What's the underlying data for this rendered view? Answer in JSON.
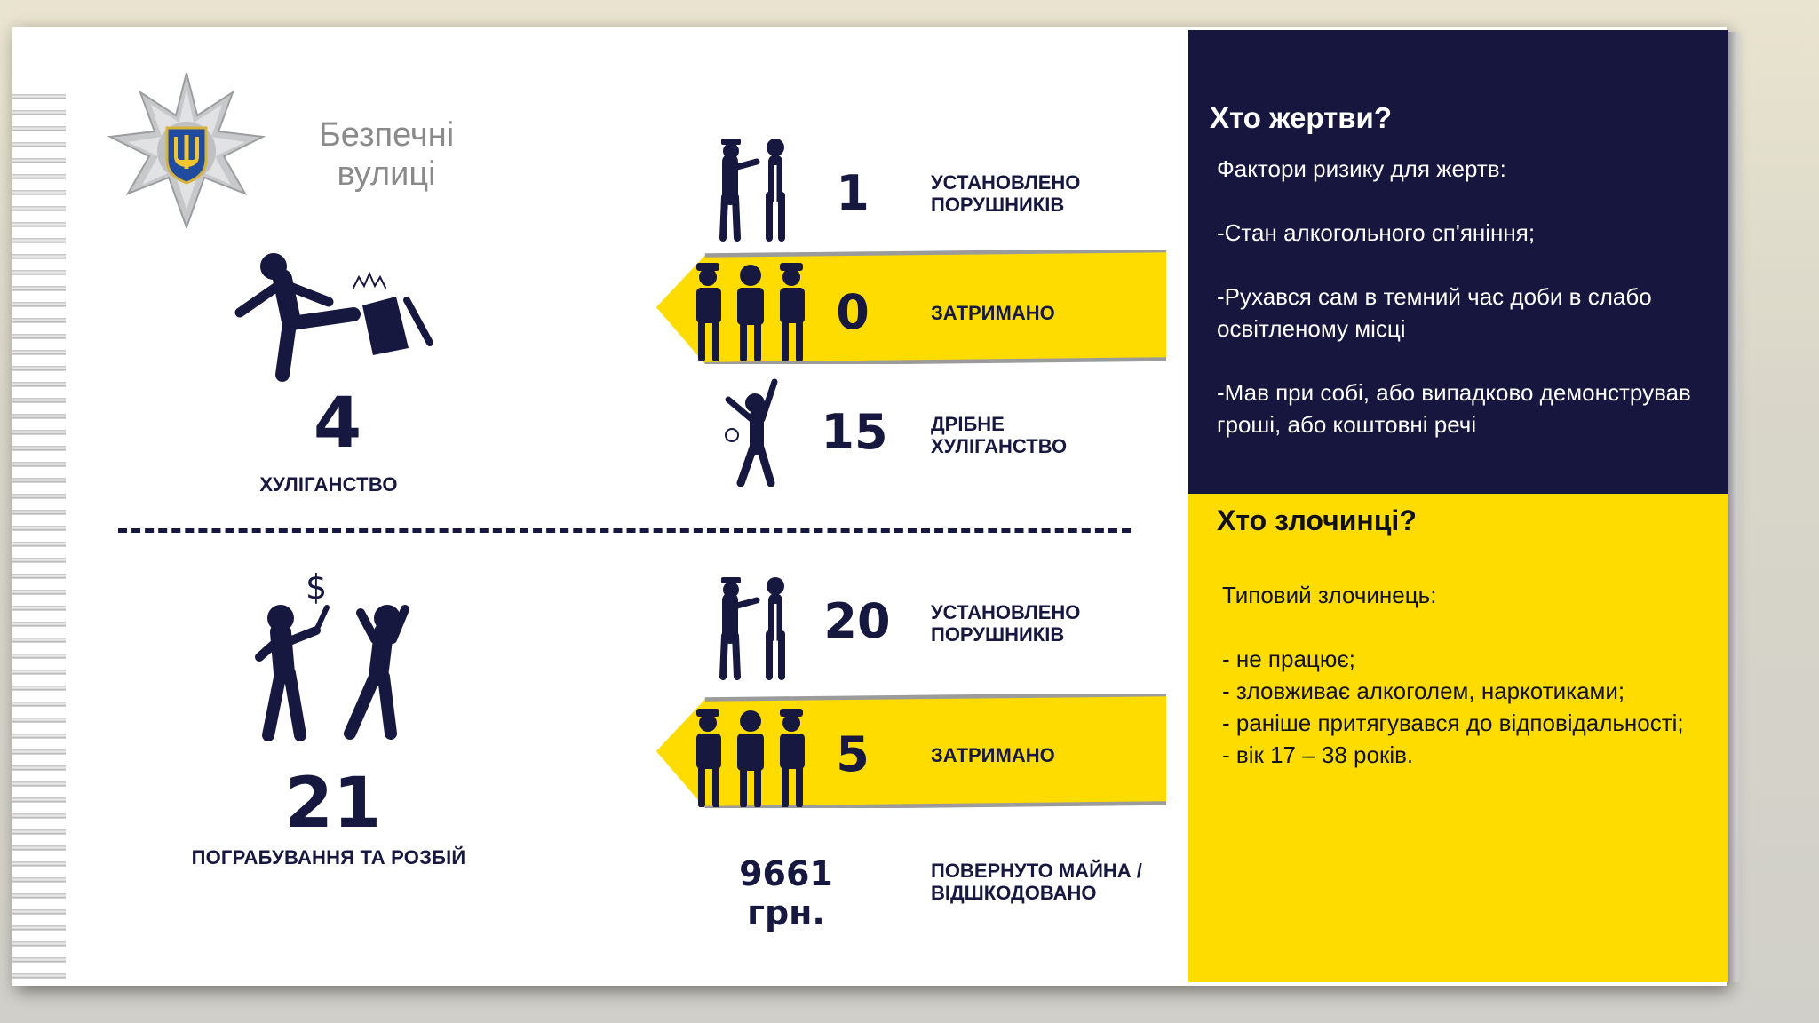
{
  "logo": {
    "line1": "Безпечні",
    "line2": "вулиці"
  },
  "hooliganism": {
    "count": "4",
    "caption": "ХУЛІГАНСТВО",
    "rows": [
      {
        "num": "1",
        "label_line1": "УСТАНОВЛЕНО",
        "label_line2": "ПОРУШНИКІВ"
      },
      {
        "num": "0",
        "label_line1": "ЗАТРИМАНО",
        "label_line2": ""
      },
      {
        "num": "15",
        "label_line1": "ДРІБНЕ",
        "label_line2": "ХУЛІГАНСТВО"
      }
    ]
  },
  "robbery": {
    "count": "21",
    "caption": "ПОГРАБУВАННЯ ТА РОЗБІЙ",
    "rows": [
      {
        "num": "20",
        "label_line1": "УСТАНОВЛЕНО",
        "label_line2": "ПОРУШНИКІВ"
      },
      {
        "num": "5",
        "label_line1": "ЗАТРИМАНО",
        "label_line2": ""
      },
      {
        "num": "9661 грн.",
        "label_line1": "ПОВЕРНУТО МАЙНА /",
        "label_line2": "ВІДШКОДОВАНО"
      }
    ]
  },
  "victims": {
    "title": "Хто жертви?",
    "lines": [
      "Фактори ризику для жертв:",
      "-Стан алкогольного сп'яніння;",
      "-Рухався сам в темний час доби в слабо",
      "освітленому місці",
      "-Мав при собі, або випадково демонстрував",
      "гроші, або коштовні речі"
    ]
  },
  "offenders": {
    "title": "Хто злочинці?",
    "lines": [
      "Типовий злочинець:",
      "- не працює;",
      "- зловживає алкоголем, наркотиками;",
      "- раніше притягувався до відповідальності;",
      "- вік 17 – 38 років."
    ]
  },
  "colors": {
    "navy": "#16163e",
    "yellow": "#ffdc00",
    "dark_text": "#17183f"
  },
  "icons": [
    "police-star-emblem-icon",
    "trident-icon",
    "vandal-kicking-bin-icon",
    "police-officer-with-suspect-icon",
    "police-arrest-trio-icon",
    "hooligan-shouting-icon",
    "robbery-attack-icon"
  ]
}
